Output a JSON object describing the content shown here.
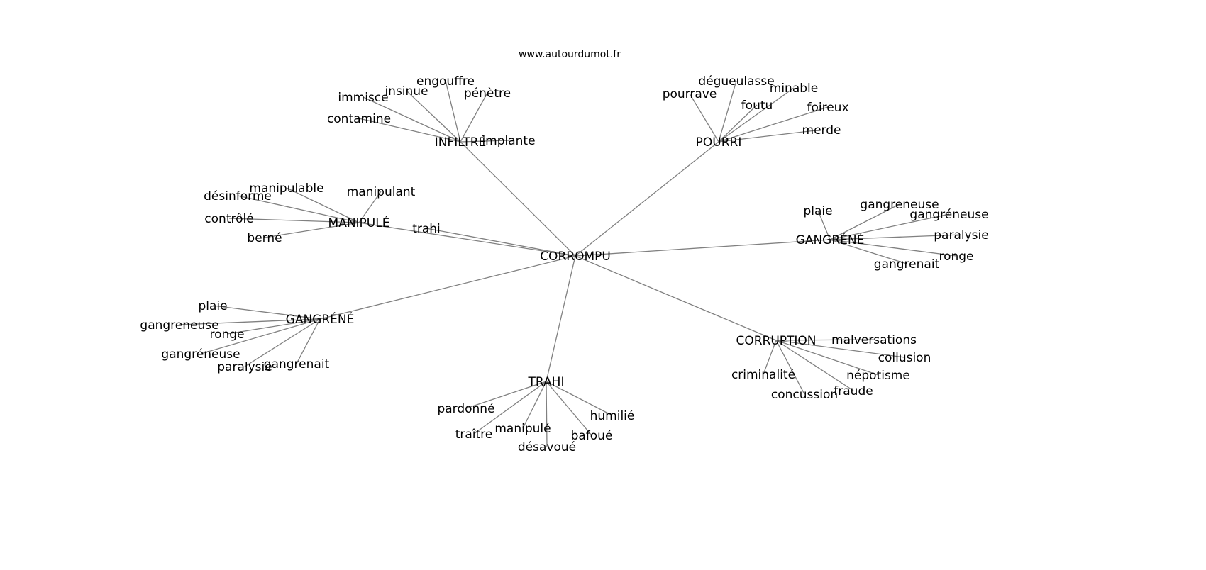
{
  "title": "www.autourdumot.fr",
  "nodes": [
    {
      "id": "c",
      "label": "CORROMPU"
    },
    {
      "id": "inf",
      "label": "INFILTRÉ"
    },
    {
      "id": "pou",
      "label": "POURRI"
    },
    {
      "id": "man",
      "label": "MANIPULÉ"
    },
    {
      "id": "gr",
      "label": "GANGRÉNÉ"
    },
    {
      "id": "gl",
      "label": "GANGRÉNÉ"
    },
    {
      "id": "tra",
      "label": "TRAHI"
    },
    {
      "id": "cor",
      "label": "CORRUPTION"
    },
    {
      "id": "trahi_l",
      "label": "trahi"
    },
    {
      "id": "i1",
      "label": "immisce"
    },
    {
      "id": "i2",
      "label": "insinue"
    },
    {
      "id": "i3",
      "label": "engouffre"
    },
    {
      "id": "i4",
      "label": "pénètre"
    },
    {
      "id": "i5",
      "label": "contamine"
    },
    {
      "id": "i6",
      "label": "implante"
    },
    {
      "id": "p1",
      "label": "pourrave"
    },
    {
      "id": "p2",
      "label": "dégueulasse"
    },
    {
      "id": "p3",
      "label": "minable"
    },
    {
      "id": "p4",
      "label": "foutu"
    },
    {
      "id": "p5",
      "label": "foireux"
    },
    {
      "id": "p6",
      "label": "merde"
    },
    {
      "id": "m1",
      "label": "désinforme"
    },
    {
      "id": "m2",
      "label": "manipulable"
    },
    {
      "id": "m3",
      "label": "manipulant"
    },
    {
      "id": "m4",
      "label": "contrôlé"
    },
    {
      "id": "m5",
      "label": "berné"
    },
    {
      "id": "r1",
      "label": "plaie"
    },
    {
      "id": "r2",
      "label": "gangreneuse"
    },
    {
      "id": "r3",
      "label": "gangréneuse"
    },
    {
      "id": "r4",
      "label": "paralysie"
    },
    {
      "id": "r5",
      "label": "ronge"
    },
    {
      "id": "r6",
      "label": "gangrenait"
    },
    {
      "id": "l1",
      "label": "plaie"
    },
    {
      "id": "l2",
      "label": "gangreneuse"
    },
    {
      "id": "l3",
      "label": "ronge"
    },
    {
      "id": "l4",
      "label": "gangréneuse"
    },
    {
      "id": "l5",
      "label": "paralysie"
    },
    {
      "id": "l6",
      "label": "gangrenait"
    },
    {
      "id": "t1",
      "label": "pardonné"
    },
    {
      "id": "t2",
      "label": "traître"
    },
    {
      "id": "t3",
      "label": "manipulé"
    },
    {
      "id": "t4",
      "label": "désavoué"
    },
    {
      "id": "t5",
      "label": "bafoué"
    },
    {
      "id": "t6",
      "label": "humilié"
    },
    {
      "id": "k1",
      "label": "malversations"
    },
    {
      "id": "k2",
      "label": "collusion"
    },
    {
      "id": "k3",
      "label": "népotisme"
    },
    {
      "id": "k4",
      "label": "fraude"
    },
    {
      "id": "k5",
      "label": "concussion"
    },
    {
      "id": "k6",
      "label": "criminalité"
    }
  ],
  "edges": [
    [
      "c",
      "inf"
    ],
    [
      "c",
      "pou"
    ],
    [
      "c",
      "man"
    ],
    [
      "c",
      "gr"
    ],
    [
      "c",
      "gl"
    ],
    [
      "c",
      "tra"
    ],
    [
      "c",
      "cor"
    ],
    [
      "c",
      "trahi_l"
    ],
    [
      "inf",
      "i1"
    ],
    [
      "inf",
      "i2"
    ],
    [
      "inf",
      "i3"
    ],
    [
      "inf",
      "i4"
    ],
    [
      "inf",
      "i5"
    ],
    [
      "inf",
      "i6"
    ],
    [
      "pou",
      "p1"
    ],
    [
      "pou",
      "p2"
    ],
    [
      "pou",
      "p3"
    ],
    [
      "pou",
      "p4"
    ],
    [
      "pou",
      "p5"
    ],
    [
      "pou",
      "p6"
    ],
    [
      "man",
      "m1"
    ],
    [
      "man",
      "m2"
    ],
    [
      "man",
      "m3"
    ],
    [
      "man",
      "m4"
    ],
    [
      "man",
      "m5"
    ],
    [
      "gr",
      "r1"
    ],
    [
      "gr",
      "r2"
    ],
    [
      "gr",
      "r3"
    ],
    [
      "gr",
      "r4"
    ],
    [
      "gr",
      "r5"
    ],
    [
      "gr",
      "r6"
    ],
    [
      "gl",
      "l1"
    ],
    [
      "gl",
      "l2"
    ],
    [
      "gl",
      "l3"
    ],
    [
      "gl",
      "l4"
    ],
    [
      "gl",
      "l5"
    ],
    [
      "gl",
      "l6"
    ],
    [
      "tra",
      "t1"
    ],
    [
      "tra",
      "t2"
    ],
    [
      "tra",
      "t3"
    ],
    [
      "tra",
      "t4"
    ],
    [
      "tra",
      "t5"
    ],
    [
      "tra",
      "t6"
    ],
    [
      "cor",
      "k1"
    ],
    [
      "cor",
      "k2"
    ],
    [
      "cor",
      "k3"
    ],
    [
      "cor",
      "k4"
    ],
    [
      "cor",
      "k5"
    ],
    [
      "cor",
      "k6"
    ]
  ]
}
